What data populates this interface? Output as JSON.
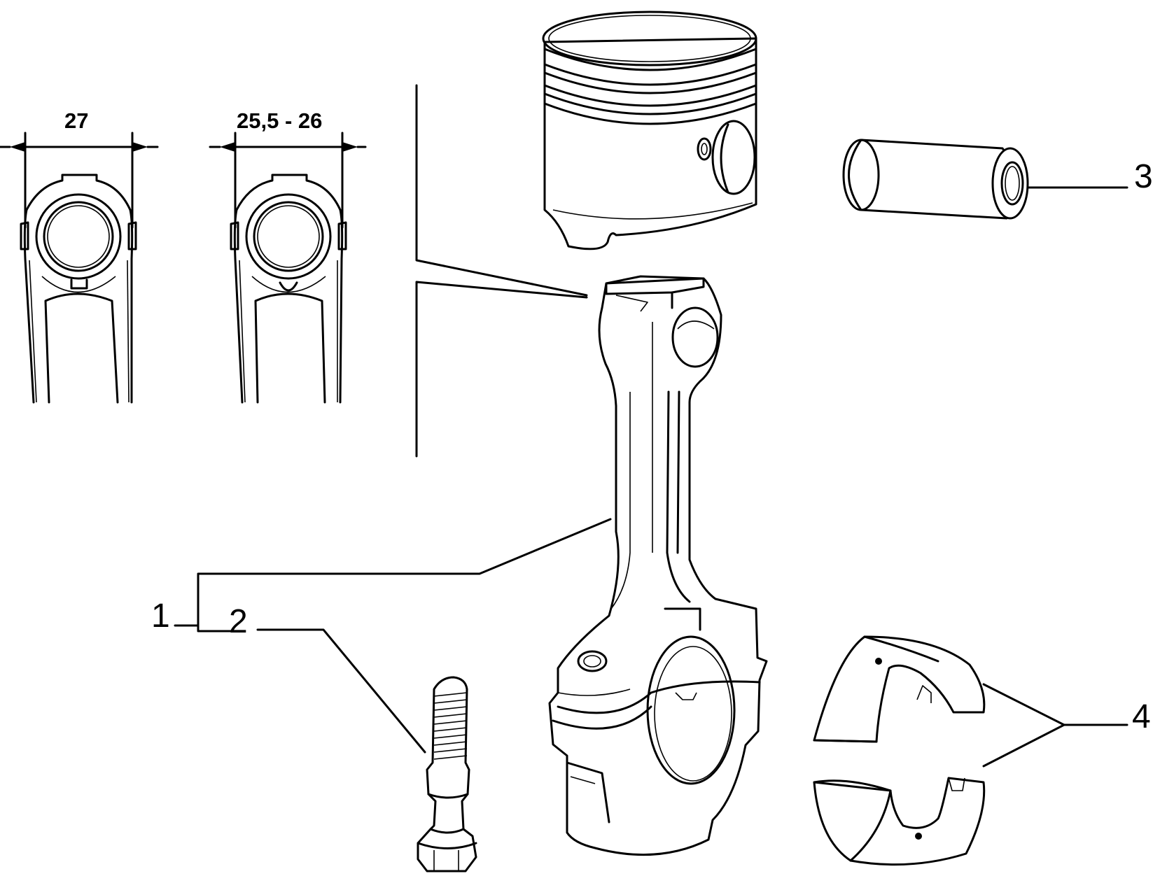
{
  "dimensions": {
    "width_standard": "27",
    "width_tapered": "25,5 - 26"
  },
  "callouts": {
    "c1": "1",
    "c2": "2",
    "c3": "3",
    "c4": "4"
  }
}
